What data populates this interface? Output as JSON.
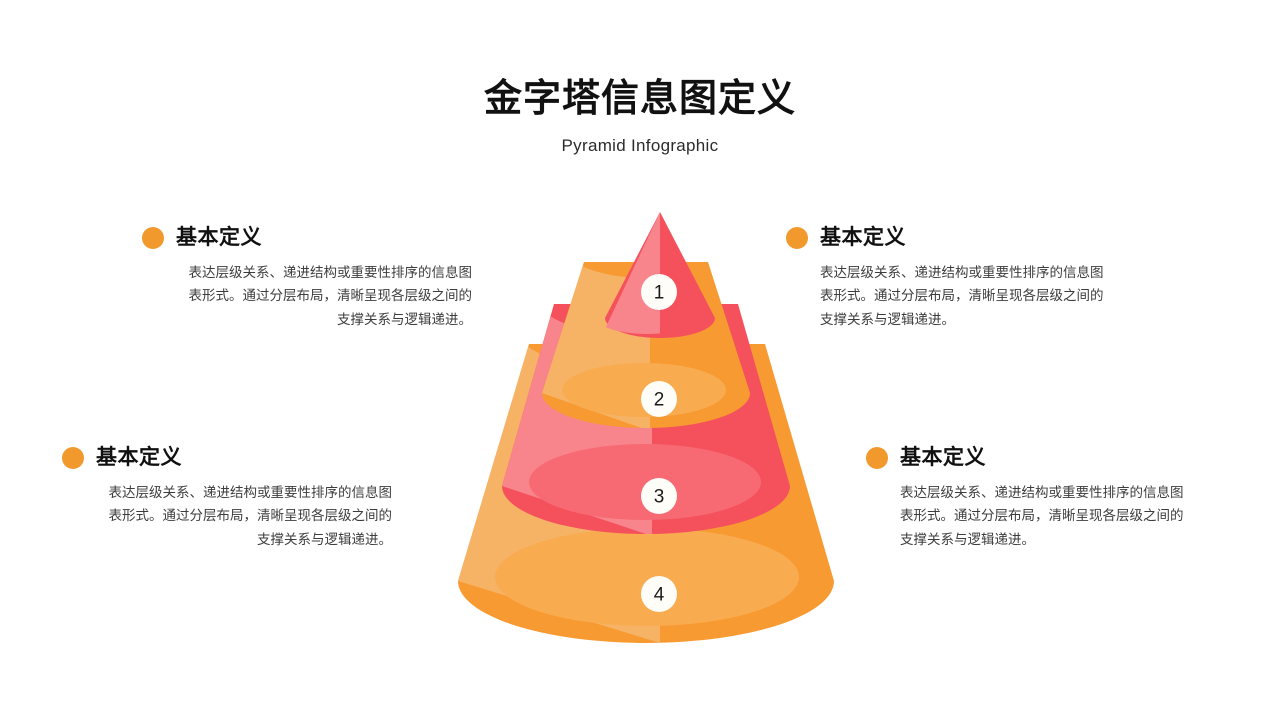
{
  "header": {
    "title": "金字塔信息图定义",
    "subtitle": "Pyramid Infographic"
  },
  "colors": {
    "red": "#F4515C",
    "red_light": "#F8848C",
    "red_rim": "#F76A73",
    "orange": "#F89A32",
    "orange_light": "#F6B365",
    "orange_rim": "#F9AB4F",
    "bullet": "#F2992E",
    "badge_bg": "#FFFDF8",
    "text_dark": "#111111",
    "text_body": "#3d3d3d"
  },
  "pyramid": {
    "levels": [
      {
        "number": "1",
        "color_key": "red",
        "label": "level-1"
      },
      {
        "number": "2",
        "color_key": "orange",
        "label": "level-2"
      },
      {
        "number": "3",
        "color_key": "red",
        "label": "level-3"
      },
      {
        "number": "4",
        "color_key": "orange",
        "label": "level-4"
      }
    ]
  },
  "blocks": [
    {
      "id": "top-left",
      "title": "基本定义",
      "body": "表达层级关系、递进结构或重要性排序的信息图表形式。通过分层布局，清晰呈现各层级之间的支撑关系与逻辑递进。"
    },
    {
      "id": "top-right",
      "title": "基本定义",
      "body": "表达层级关系、递进结构或重要性排序的信息图表形式。通过分层布局，清晰呈现各层级之间的支撑关系与逻辑递进。"
    },
    {
      "id": "bottom-left",
      "title": "基本定义",
      "body": "表达层级关系、递进结构或重要性排序的信息图表形式。通过分层布局，清晰呈现各层级之间的支撑关系与逻辑递进。"
    },
    {
      "id": "bottom-right",
      "title": "基本定义",
      "body": "表达层级关系、递进结构或重要性排序的信息图表形式。通过分层布局，清晰呈现各层级之间的支撑关系与逻辑递进。"
    }
  ]
}
